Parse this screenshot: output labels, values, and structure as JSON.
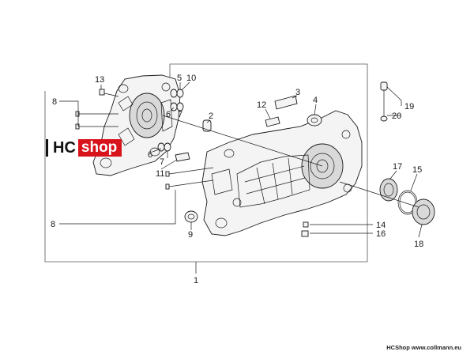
{
  "diagram": {
    "callouts": [
      "1",
      "2",
      "3",
      "4",
      "5",
      "6",
      "7",
      "8",
      "9",
      "10",
      "11",
      "12",
      "13",
      "14",
      "15",
      "16",
      "17",
      "18",
      "19",
      "20"
    ],
    "labels": {
      "p13": "13",
      "p8a": "8",
      "p5": "5",
      "p10": "10",
      "p6a": "6",
      "p7a": "7",
      "p6b": "6",
      "p7b": "7",
      "p11": "11",
      "p2": "2",
      "p3": "3",
      "p12": "12",
      "p4": "4",
      "p19": "19",
      "p20": "20",
      "p17": "17",
      "p15": "15",
      "p18": "18",
      "p14": "14",
      "p16": "16",
      "p9": "9",
      "p8b": "8",
      "p1": "1"
    }
  },
  "logo": {
    "left": "HC",
    "right": "shop"
  },
  "footer": {
    "brand": "HCShop",
    "url": "www.collmann.eu"
  },
  "colors": {
    "logo_red": "#d8131b",
    "ink": "#1a1a1a"
  }
}
